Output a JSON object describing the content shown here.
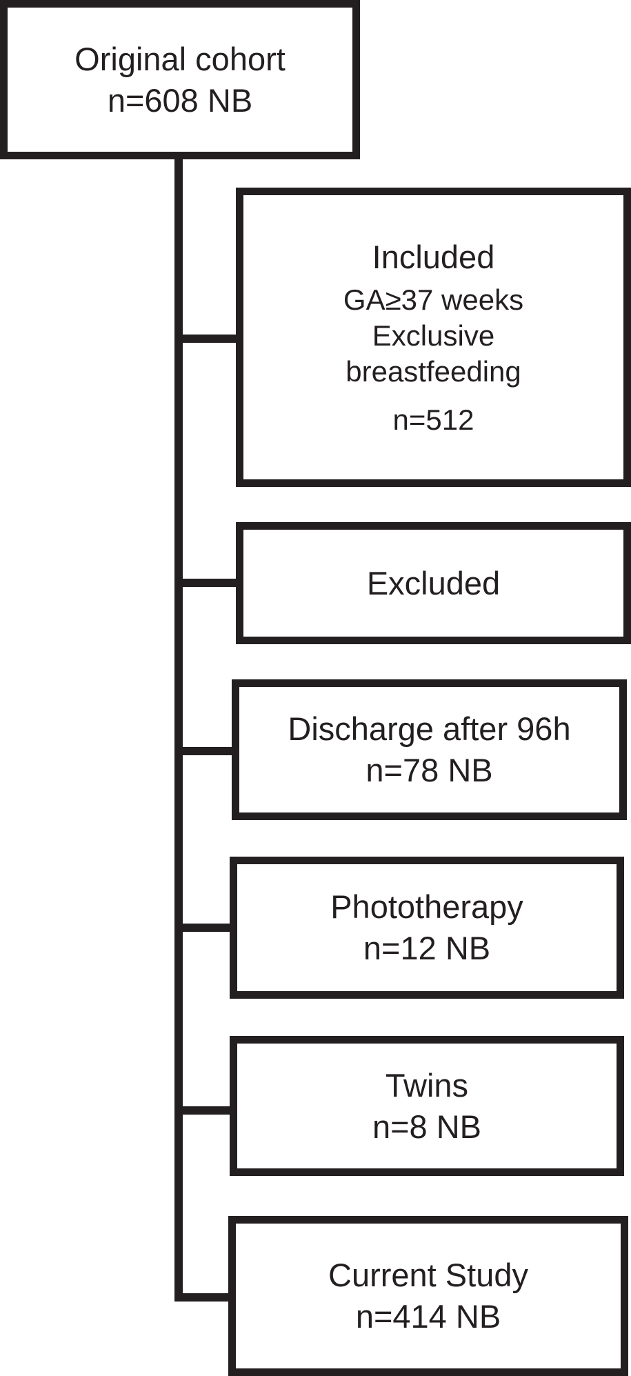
{
  "flowchart": {
    "original": {
      "title": "Original cohort",
      "count": "n=608 NB"
    },
    "included": {
      "title": "Included",
      "criteria": [
        "GA≥37 weeks",
        "Exclusive",
        "breastfeeding"
      ],
      "count": "n=512"
    },
    "excluded": {
      "title": "Excluded"
    },
    "discharge": {
      "title": "Discharge after 96h",
      "count": "n=78 NB"
    },
    "phototherapy": {
      "title": "Phototherapy",
      "count": "n=12 NB"
    },
    "twins": {
      "title": "Twins",
      "count": "n=8 NB"
    },
    "current": {
      "title": "Current Study",
      "count": "n=414 NB"
    }
  }
}
